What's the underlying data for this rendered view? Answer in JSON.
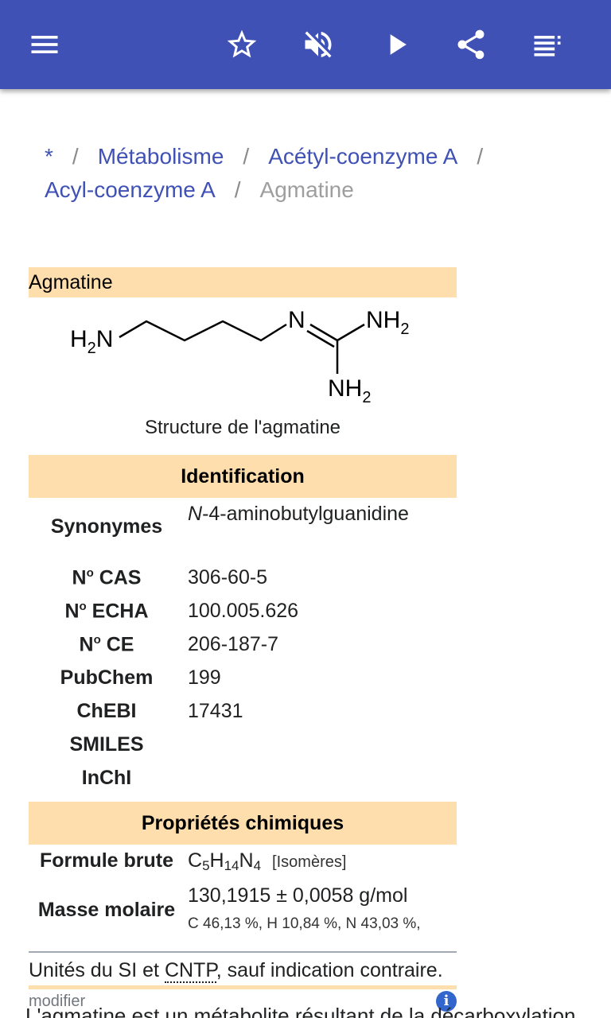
{
  "toolbar": {
    "icons": [
      "menu-icon",
      "star-icon",
      "volume-mute-icon",
      "play-icon",
      "share-icon",
      "playlist-icon"
    ],
    "background": "#3f51b5"
  },
  "breadcrumb": {
    "items": [
      "*",
      "Métabolisme",
      "Acétyl-coenzyme A",
      "Acyl-coenzyme A"
    ],
    "separator": "/",
    "current": "Agmatine"
  },
  "infobox": {
    "title": "Agmatine",
    "structure_labels": {
      "h2n": "H",
      "h2n_sub": "2",
      "h2n_n": "N",
      "n": "N",
      "nh2_top": "NH",
      "nh2_top_sub": "2",
      "nh2_bottom": "NH",
      "nh2_bottom_sub": "2"
    },
    "caption": "Structure de l'agmatine",
    "identification": {
      "heading": "Identification",
      "rows": [
        {
          "label": "Synonymes",
          "value_italic": "N",
          "value": "-4-aminobutylguanidine"
        },
        {
          "label": "No CAS",
          "value": "306-60-5"
        },
        {
          "label": "No ECHA",
          "value": "100.005.626"
        },
        {
          "label": "No CE",
          "value": "206-187-7"
        },
        {
          "label": "PubChem",
          "value": "199"
        },
        {
          "label": "ChEBI",
          "value": "17431"
        },
        {
          "label": "SMILES",
          "value": ""
        },
        {
          "label": "InChI",
          "value": ""
        }
      ]
    },
    "chemical": {
      "heading": "Propriétés chimiques",
      "formula_label": "Formule brute",
      "formula": {
        "c": "C",
        "c_n": "5",
        "h": "H",
        "h_n": "14",
        "n": "N",
        "n_n": "4"
      },
      "isomers": "[Isomères]",
      "molar_label": "Masse molaire",
      "molar_value": "130,1915 ± 0,0058 g/mol",
      "composition": "C 46,13 %, H 10,84 %, N 43,03 %,"
    },
    "units_note": {
      "before": "Unités du SI et ",
      "abbr": "CNTP",
      "after": ", sauf indication contraire."
    },
    "modifier": "modifier",
    "info_icon": "i"
  },
  "body_text": "L'agmatine est un métabolite résultant de la décarboxylation"
}
